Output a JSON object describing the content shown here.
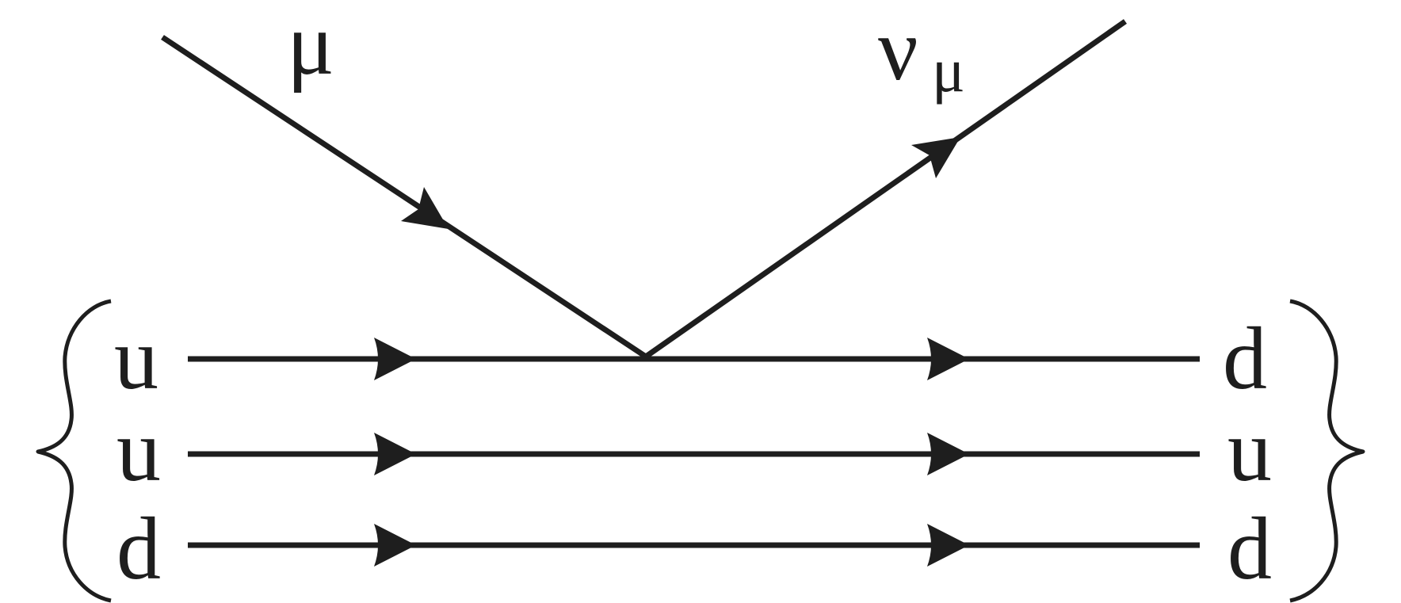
{
  "diagram": {
    "incoming_lepton": {
      "symbol": "μ",
      "charge": "−"
    },
    "outgoing_lepton": {
      "symbol": "ν",
      "subscript": "μ"
    },
    "initial_quarks": [
      "u",
      "u",
      "d"
    ],
    "final_quarks": [
      "d",
      "u",
      "d"
    ],
    "colors": {
      "ink": "#1e1e1e",
      "background": "#ffffff"
    }
  }
}
